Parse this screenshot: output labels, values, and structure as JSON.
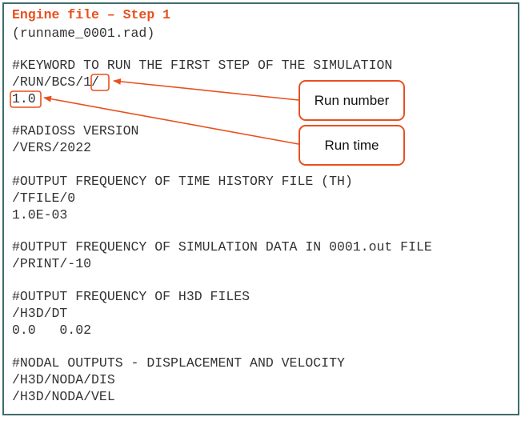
{
  "colors": {
    "accent": "#e8501e",
    "border": "#3f6b6b",
    "text": "#333333"
  },
  "title": "Engine file – Step 1",
  "filename": "(runname_0001.rad)",
  "lines": {
    "keyword_comment": "#KEYWORD TO RUN THE FIRST STEP OF THE SIMULATION",
    "run_cmd": "/RUN/BCS/1/",
    "run_time_value": "1.0",
    "version_comment": "#RADIOSS VERSION",
    "version_cmd": "/VERS/2022",
    "th_comment": "#OUTPUT FREQUENCY OF TIME HISTORY FILE (TH)",
    "tfile_cmd": "/TFILE/0",
    "tfile_value": "1.0E-03",
    "out_comment": "#OUTPUT FREQUENCY OF SIMULATION DATA IN 0001.out FILE",
    "print_cmd": "/PRINT/-10",
    "h3d_comment": "#OUTPUT FREQUENCY OF H3D FILES",
    "h3d_dt_cmd": "/H3D/DT",
    "h3d_dt_values": "0.0   0.02",
    "nodal_comment": "#NODAL OUTPUTS - DISPLACEMENT AND VELOCITY",
    "nodal_dis_cmd": "/H3D/NODA/DIS",
    "nodal_vel_cmd": "/H3D/NODA/VEL"
  },
  "callouts": {
    "run_number": "Run number",
    "run_time": "Run time"
  }
}
